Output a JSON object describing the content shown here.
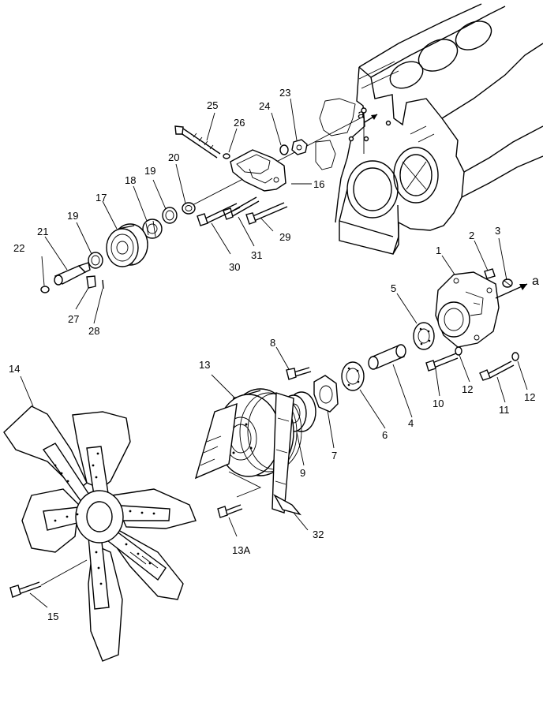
{
  "diagram": {
    "callouts": [
      {
        "id": "c1",
        "text": "1"
      },
      {
        "id": "c2",
        "text": "2"
      },
      {
        "id": "c3",
        "text": "3"
      },
      {
        "id": "c4",
        "text": "4"
      },
      {
        "id": "c5",
        "text": "5"
      },
      {
        "id": "c6",
        "text": "6"
      },
      {
        "id": "c7",
        "text": "7"
      },
      {
        "id": "c8",
        "text": "8"
      },
      {
        "id": "c9",
        "text": "9"
      },
      {
        "id": "c10",
        "text": "10"
      },
      {
        "id": "c11",
        "text": "11"
      },
      {
        "id": "c12a",
        "text": "12"
      },
      {
        "id": "c12b",
        "text": "12"
      },
      {
        "id": "c13",
        "text": "13"
      },
      {
        "id": "c13a",
        "text": "13A"
      },
      {
        "id": "c14",
        "text": "14"
      },
      {
        "id": "c15",
        "text": "15"
      },
      {
        "id": "c16",
        "text": "16"
      },
      {
        "id": "c17",
        "text": "17"
      },
      {
        "id": "c18",
        "text": "18"
      },
      {
        "id": "c19a",
        "text": "19"
      },
      {
        "id": "c19b",
        "text": "19"
      },
      {
        "id": "c20",
        "text": "20"
      },
      {
        "id": "c21",
        "text": "21"
      },
      {
        "id": "c22",
        "text": "22"
      },
      {
        "id": "c23",
        "text": "23"
      },
      {
        "id": "c24",
        "text": "24"
      },
      {
        "id": "c25",
        "text": "25"
      },
      {
        "id": "c26",
        "text": "26"
      },
      {
        "id": "c27",
        "text": "27"
      },
      {
        "id": "c28",
        "text": "28"
      },
      {
        "id": "c29",
        "text": "29"
      },
      {
        "id": "c30",
        "text": "30"
      },
      {
        "id": "c31",
        "text": "31"
      },
      {
        "id": "c32",
        "text": "32"
      }
    ],
    "reference_marks": [
      {
        "id": "ra1",
        "text": "a"
      },
      {
        "id": "ra2",
        "text": "a"
      }
    ]
  }
}
